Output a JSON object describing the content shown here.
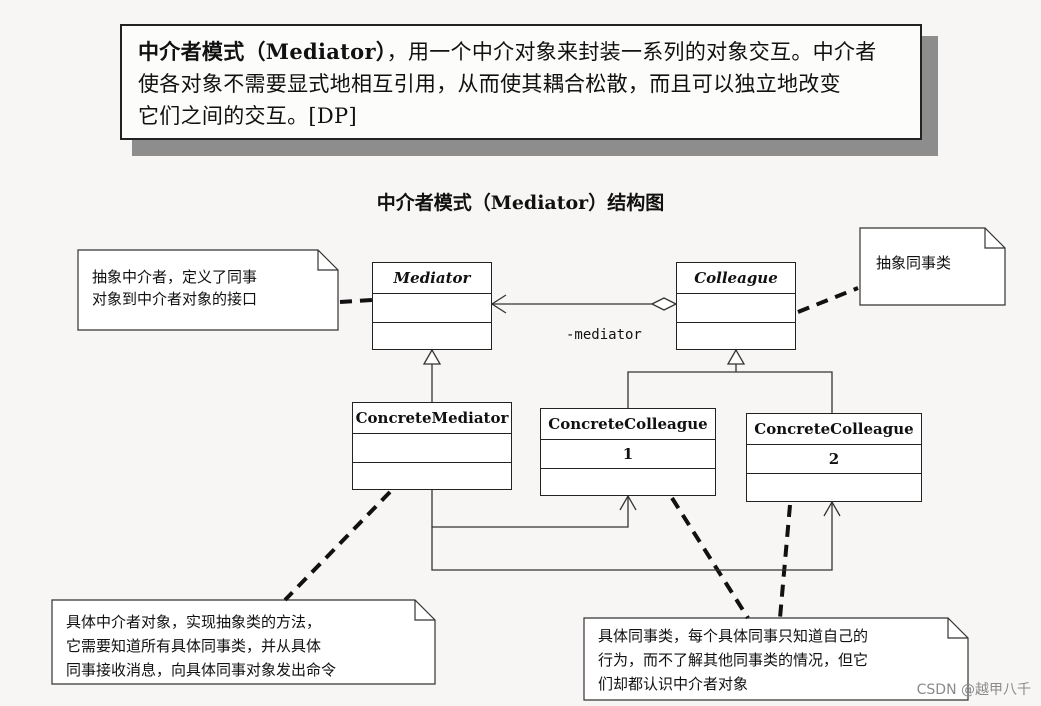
{
  "definition": {
    "term": "中介者模式（Mediator）",
    "line1_rest": "，用一个中介对象来封装一系列的对象交互。中介者",
    "line2": "使各对象不需要显式地相互引用，从而使其耦合松散，而且可以独立地改变",
    "line3": "它们之间的交互。[DP]"
  },
  "diagram_title": "中介者模式（Mediator）结构图",
  "classes": {
    "mediator": "Mediator",
    "colleague": "Colleague",
    "concrete_mediator": "ConcreteMediator",
    "concrete_colleague_1": "ConcreteColleague 1",
    "concrete_colleague_2": "ConcreteColleague 2"
  },
  "association_label": "-mediator",
  "notes": {
    "mediator_note": [
      "抽象中介者，定义了同事",
      "对象到中介者对象的接口"
    ],
    "colleague_note": [
      "抽象同事类"
    ],
    "concrete_mediator_note": [
      "具体中介者对象，实现抽象类的方法，",
      "它需要知道所有具体同事类，并从具体",
      "同事接收消息，向具体同事对象发出命令"
    ],
    "concrete_colleague_note": [
      "具体同事类，每个具体同事只知道自己的",
      "行为，而不了解其他同事类的情况，但它",
      "们却都认识中介者对象"
    ]
  },
  "watermark": "CSDN @越甲八千"
}
